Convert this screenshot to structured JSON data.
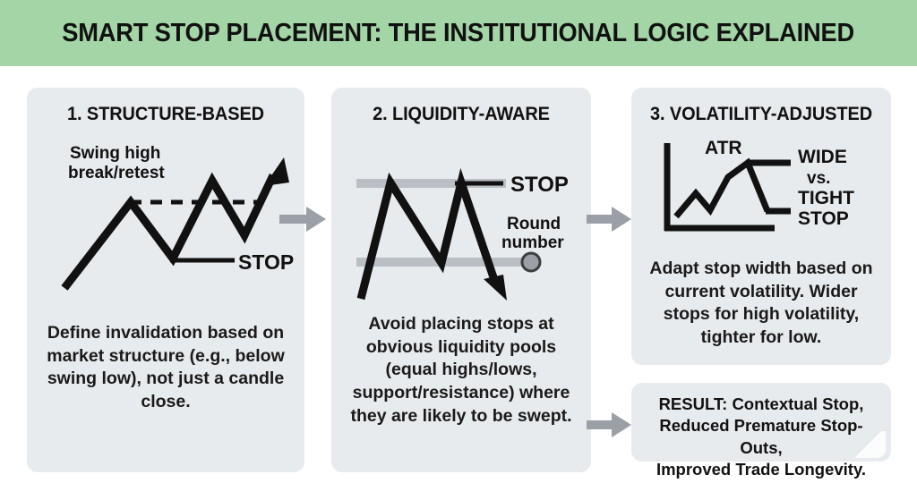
{
  "header": {
    "title": "SMART STOP PLACEMENT: THE INSTITUTIONAL LOGIC EXPLAINED",
    "band_color": "#a4d5a7",
    "title_color": "#111111"
  },
  "theme": {
    "panel_bg": "#e7ebee",
    "page_bg": "#ffffff",
    "ink": "#111111",
    "arrow_gray": "#9aa0a6",
    "band_gray": "#b9bfc4"
  },
  "panels": [
    {
      "id": "panel-1",
      "title": "1. STRUCTURE-BASED",
      "body": "Define invalidation based on market structure (e.g., below swing low), not just a candle close.",
      "figure": {
        "type": "zigzag-breakout",
        "labels": {
          "swing_label_line1": "Swing high",
          "swing_label_line2": "break/retest",
          "stop_label": "STOP"
        },
        "dashed_line": true,
        "arrow_head": "up-right"
      }
    },
    {
      "id": "panel-2",
      "title": "2. LIQUIDITY-AWARE",
      "body": "Avoid placing stops at obvious liquidity pools (equal highs/lows, support/resistance) where they are likely to be swept.",
      "figure": {
        "type": "double-top-m",
        "labels": {
          "stop_label": "STOP",
          "round_label_line1": "Round",
          "round_label_line2": "number"
        },
        "liquidity_bands": 2,
        "round_number_dot": true,
        "arrow_head": "down-right"
      }
    },
    {
      "id": "panel-3",
      "title": "3. VOLATILITY-ADJUSTED",
      "body": "Adapt stop width based on current volatility. Wider stops for high volatility, tighter for low.",
      "figure": {
        "type": "atr-axes",
        "labels": {
          "series_label": "ATR",
          "stop_label_line1": "WIDE",
          "stop_label_line2": "vs.",
          "stop_label_line3": "TIGHT",
          "stop_label_line4": "STOP"
        },
        "axes": true,
        "wide_level_line": true,
        "tight_level_line": true
      }
    }
  ],
  "result": {
    "line1": "RESULT: Contextual Stop,",
    "line2": "Reduced Premature Stop-Outs,",
    "line3": "Improved Trade Longevity."
  },
  "arrows": [
    {
      "name": "arrow-panel1-to-panel2"
    },
    {
      "name": "arrow-panel2-to-panel3"
    },
    {
      "name": "arrow-to-result"
    }
  ]
}
